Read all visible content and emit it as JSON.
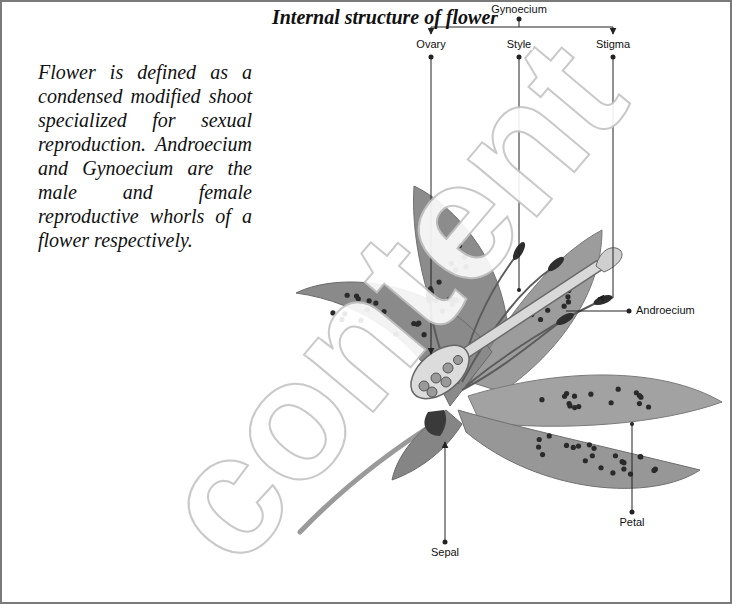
{
  "diagram": {
    "title": "Internal structure of flower",
    "labels": [
      "content",
      "Flower is defined as a condensed modified shoot specialized for sexual reproduction. Androecium and Gynoecium are the male and female reproductive whorls of a flower respectively.",
      "Gynoecium",
      "Ovary",
      "Style",
      "Stigma",
      "Androecium",
      "Sepal",
      "Petal"
    ]
  }
}
